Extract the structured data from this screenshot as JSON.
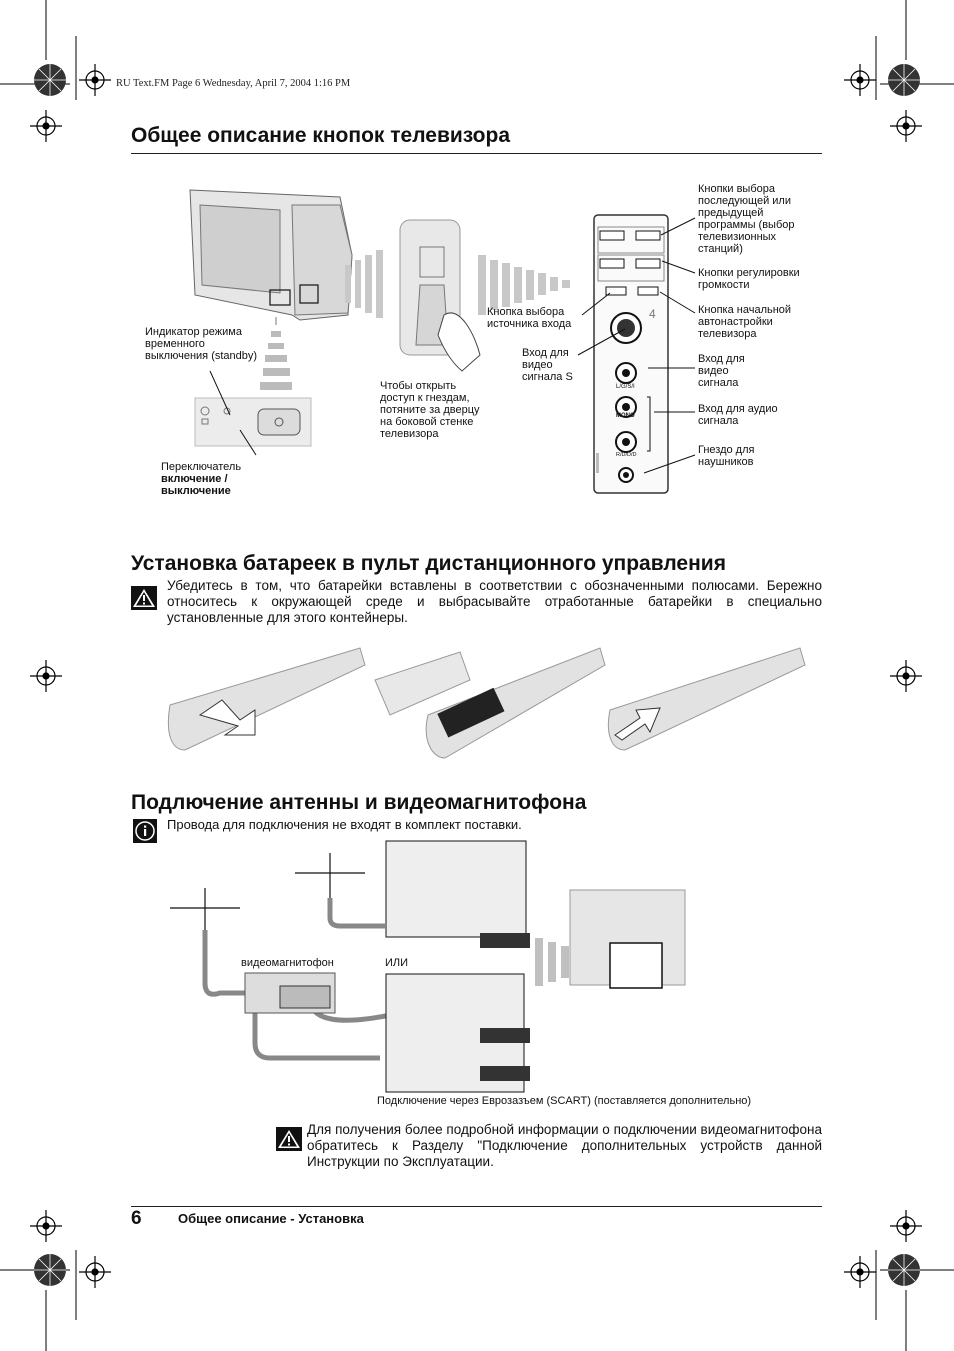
{
  "header": {
    "file_info": "RU Text.FM  Page 6  Wednesday, April 7, 2004  1:16 PM"
  },
  "section1": {
    "title": "Общее описание кнопок телевизора",
    "labels": {
      "standby": "Индикатор режима временного выключения (standby)",
      "power_prefix": "Переключатель",
      "power_bold": "включение / выключение",
      "door": "Чтобы открыть доступ к гнездам, потяните за дверцу на боковой стенке телевизора",
      "source": "Кнопка выбора источника входа",
      "svideo_in": "Вход для видео сигнала S",
      "prog": "Кнопки выбора последующей или предыдущей программы (выбор телевизионных станций)",
      "volume": "Кнопки регулировки громкости",
      "autotune": "Кнопка начальной автонастройки телевизора",
      "video_in": "Вход для видео сигнала",
      "audio_in": "Вход для аудио сигнала",
      "headphones": "Гнездо для наушников"
    },
    "panel_text": {
      "mono": "MONO",
      "lr": "L/G/S/I",
      "rdd": "R/D/D/D",
      "four": "4"
    }
  },
  "section2": {
    "title": "Установка батареек в пульт дистанционного управления",
    "text": "Убедитесь в том, что батарейки вставлены в соответствии с обозначенными полюсами. Бережно относитесь к окружающей среде и выбрасывайте отработанные батарейки в специально установленные для этого контейнеры."
  },
  "section3": {
    "title": "Подлючение антенны и видеомагнитофона",
    "note": "Провода для подключения не входят в комплект поставки.",
    "vcr_label": "видеомагнитофон",
    "or_label": "ИЛИ",
    "caption": "Подключение через Еврозазъем (SCART) (поставляется дополнительно)",
    "warning": "Для получения более подробной информации о подключении видеомагнитофона обратитесь к Разделу \"Подключение дополнительных устройств данной Инструкции по Эксплуатации."
  },
  "footer": {
    "page_number": "6",
    "title": "Общее описание - Установка"
  }
}
